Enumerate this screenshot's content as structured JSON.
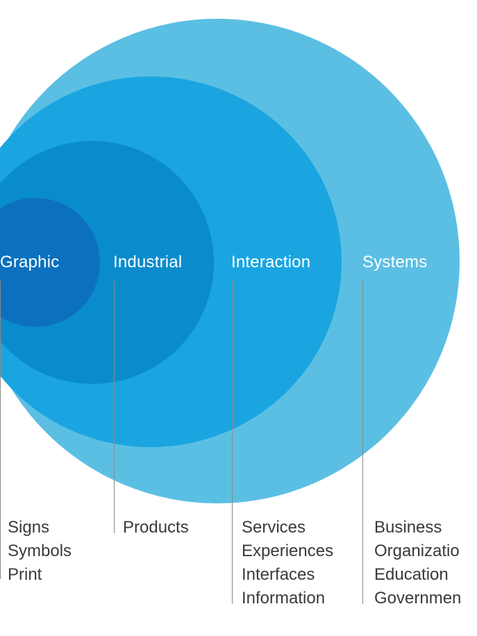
{
  "colors": {
    "systems": "#5bbfe3",
    "interaction": "#1ba5e0",
    "industrial": "#0a8ccc",
    "graphic": "#0b71be",
    "circle_label": "#ffffff",
    "list_text": "#3a3a3a"
  },
  "circles": [
    {
      "key": "systems",
      "label": "Systems"
    },
    {
      "key": "interaction",
      "label": "Interaction"
    },
    {
      "key": "industrial",
      "label": "Industrial"
    },
    {
      "key": "graphic",
      "label": "Graphic"
    }
  ],
  "lists": {
    "graphic": [
      "Signs",
      "Symbols",
      "Print"
    ],
    "industrial": [
      "Products"
    ],
    "interaction": [
      "Services",
      "Experiences",
      "Interfaces",
      "Information"
    ],
    "systems": [
      "Business",
      "Organizatio",
      "Education",
      "Governmen"
    ]
  }
}
